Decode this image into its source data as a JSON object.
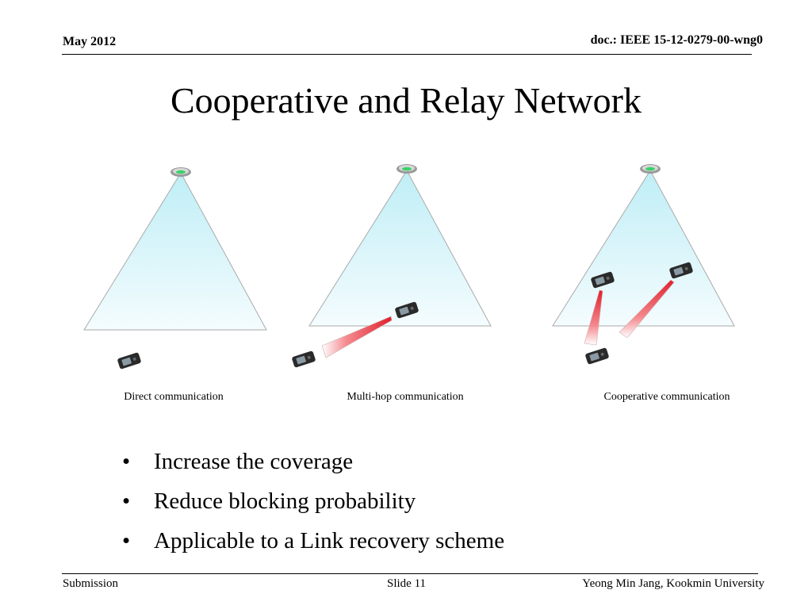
{
  "header": {
    "date": "May 2012",
    "doc_id": "doc.: IEEE 15-12-0279-00-wng0"
  },
  "slide": {
    "title": "Cooperative and Relay Network"
  },
  "diagram": {
    "captions": [
      "Direct communication",
      "Multi-hop communication",
      "Cooperative communication"
    ],
    "colors": {
      "beam": "#e0f8fc",
      "link": "#e8303a",
      "device": "#2a2a2a"
    }
  },
  "bullets": [
    "Increase the coverage",
    "Reduce blocking probability",
    "Applicable to a Link recovery scheme"
  ],
  "footer": {
    "left": "Submission",
    "center": "Slide 11",
    "right": "Yeong Min Jang, Kookmin University"
  }
}
